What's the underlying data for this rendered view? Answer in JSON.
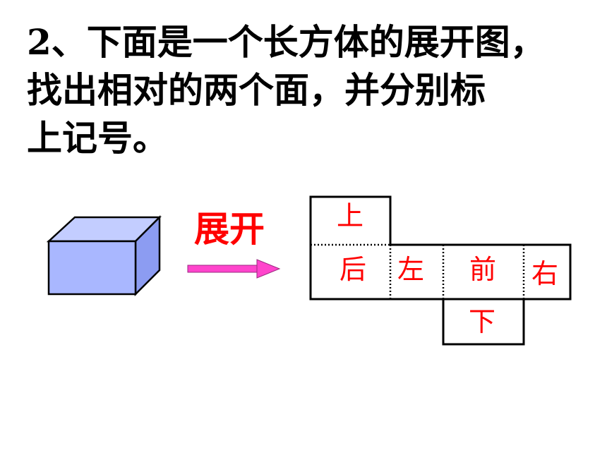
{
  "question": {
    "number": "2",
    "line1": "、下面是一个长方体的展开图，",
    "line2": "找出相对的两个面，并分别标",
    "line3": "上记号。"
  },
  "expand_label": "展开",
  "net_faces": {
    "top": "上",
    "back": "后",
    "left": "左",
    "front": "前",
    "right": "右",
    "bottom": "下"
  },
  "colors": {
    "cuboid_front": "#a9b7ff",
    "cuboid_top": "#c3cdff",
    "cuboid_side": "#8c9cf2",
    "arrow": "#ff44cc",
    "label_red": "#ff0000"
  }
}
